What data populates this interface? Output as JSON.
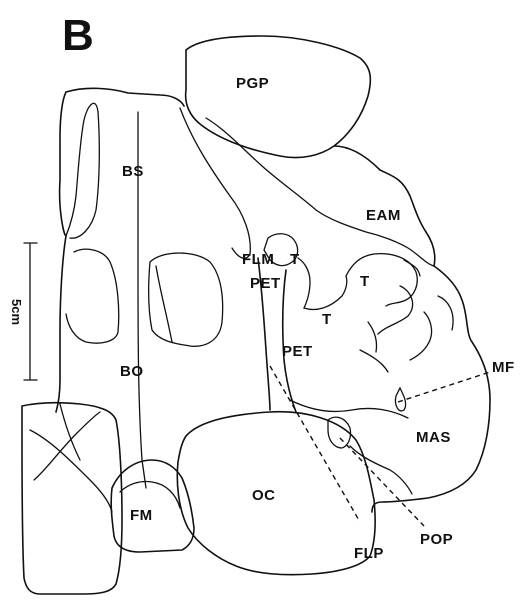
{
  "panel_letter": "B",
  "scale_bar": {
    "label": "5cm"
  },
  "labels": {
    "pgp": "PGP",
    "bs": "BS",
    "eam": "EAM",
    "flm": "FLM",
    "pet_upper": "PET",
    "t_left": "T",
    "t_right": "T",
    "t_lower": "T",
    "pet_lower": "PET",
    "bo": "BO",
    "mf": "MF",
    "mas": "MAS",
    "oc": "OC",
    "fm": "FM",
    "pop": "POP",
    "flp": "FLP"
  }
}
